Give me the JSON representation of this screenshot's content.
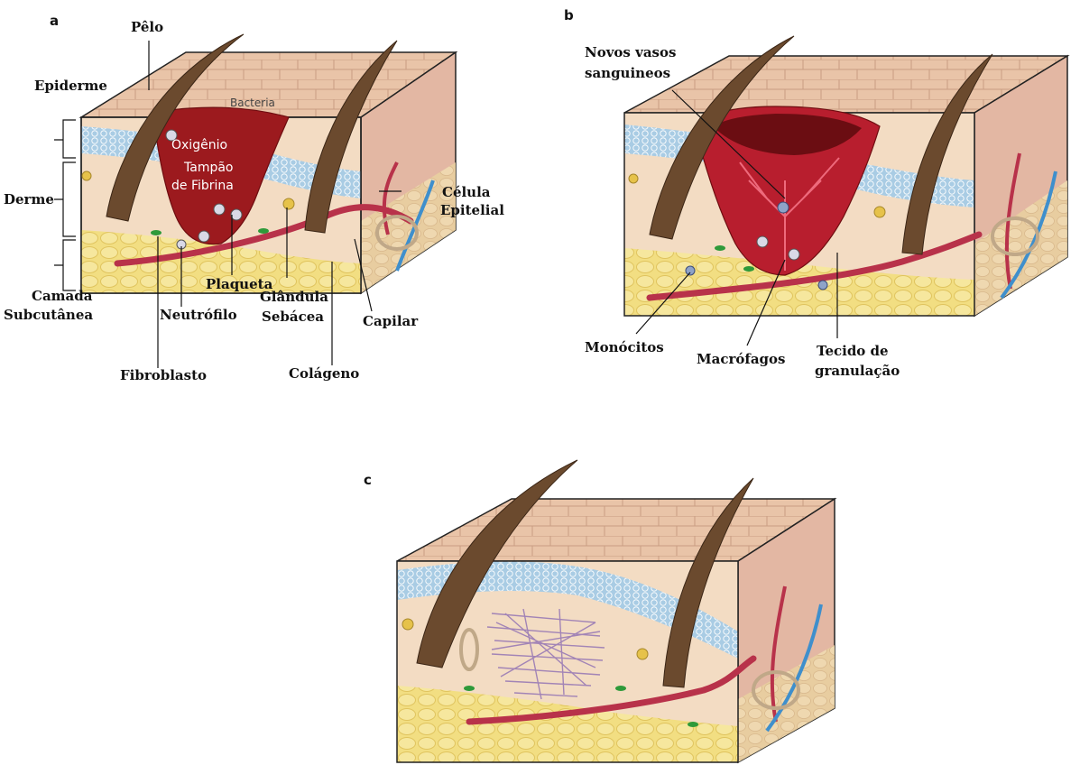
{
  "panels": {
    "a": {
      "letter": "a",
      "labels": {
        "pelo": "Pêlo",
        "epiderme": "Epiderme",
        "derme": "Derme",
        "camada": "Camada",
        "subcutanea": "Subcutânea",
        "bacteria": "Bacteria",
        "oxigenio": "Oxigênio",
        "tampao": "Tampão",
        "fibrina": "de Fibrina",
        "celula": "Célula",
        "epitelial": "Epitelial",
        "plaqueta": "Plaqueta",
        "glandula": "Glândula",
        "sebacea": "Sebácea",
        "neutrofilo": "Neutrófilo",
        "capilar": "Capilar",
        "fibroblasto": "Fibroblasto",
        "colageno": "Colágeno"
      }
    },
    "b": {
      "letter": "b",
      "labels": {
        "novos": "Novos vasos",
        "sanguineos": "sanguineos",
        "monocitos": "Monócitos",
        "macrofagos": "Macrófagos",
        "tecido": "Tecido de",
        "granulacao": "granulação"
      }
    },
    "c": {
      "letter": "c"
    }
  },
  "colors": {
    "skin_top": "#e8c1a4",
    "epidermis_blue": "#9fc6e0",
    "dermis": "#f3dcc3",
    "fat": "#f1dc7a",
    "wound": "#9c1a1e",
    "hair": "#6b4a2e",
    "vessel": "#b8324a",
    "scar": "#9a7bb5"
  }
}
